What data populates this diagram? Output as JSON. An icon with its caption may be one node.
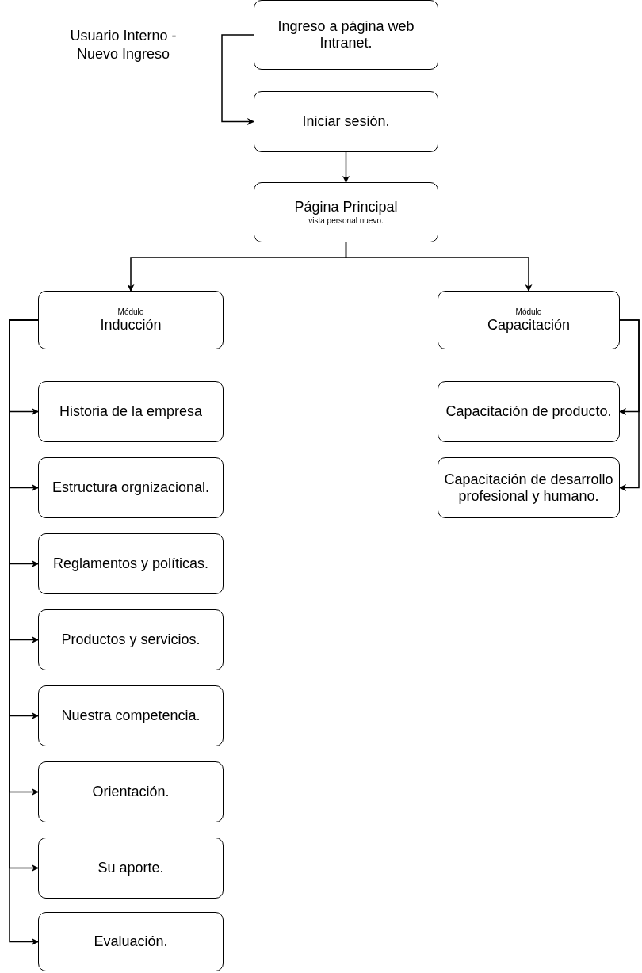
{
  "diagram": {
    "nodes": [
      {
        "text": [
          "Ingreso a página web Intranet."
        ]
      },
      {
        "text": [
          "Iniciar sesión."
        ]
      },
      {
        "text": [
          "Página Principal",
          "vista personal nuevo."
        ]
      },
      {
        "text": [
          "Módulo",
          "Inducción"
        ]
      },
      {
        "text": [
          "Módulo",
          "Capacitación"
        ]
      },
      {
        "text": [
          "Historia de la empresa"
        ]
      },
      {
        "text": [
          "Estructura orgnizacional."
        ]
      },
      {
        "text": [
          "Reglamentos y políticas."
        ]
      },
      {
        "text": [
          "Productos y servicios."
        ]
      },
      {
        "text": [
          "Nuestra competencia."
        ]
      },
      {
        "text": [
          "Orientación."
        ]
      },
      {
        "text": [
          "Su aporte."
        ]
      },
      {
        "text": [
          "Evaluación."
        ]
      },
      {
        "text": [
          "Capacitación de producto."
        ]
      },
      {
        "text": [
          "Capacitación de desarrollo profesional y humano."
        ]
      }
    ],
    "edges": [
      {
        "from": 0,
        "to": 1,
        "arrow": "to"
      },
      {
        "from": 1,
        "to": 2,
        "arrow": "to"
      },
      {
        "from": 2,
        "to": 3,
        "arrow": "to"
      },
      {
        "from": 2,
        "to": 4,
        "arrow": "to"
      },
      {
        "from": 3,
        "to": 5,
        "arrow": "to"
      },
      {
        "from": 3,
        "to": 6,
        "arrow": "to"
      },
      {
        "from": 3,
        "to": 7,
        "arrow": "to"
      },
      {
        "from": 3,
        "to": 8,
        "arrow": "to"
      },
      {
        "from": 3,
        "to": 9,
        "arrow": "to"
      },
      {
        "from": 3,
        "to": 10,
        "arrow": "to"
      },
      {
        "from": 3,
        "to": 11,
        "arrow": "to"
      },
      {
        "from": 3,
        "to": 12,
        "arrow": "to"
      },
      {
        "from": 4,
        "to": 13,
        "arrow": "to"
      },
      {
        "from": 4,
        "to": 14,
        "arrow": "to"
      }
    ],
    "labels": [
      "Usuario Interno - Nuevo Ingreso"
    ]
  }
}
